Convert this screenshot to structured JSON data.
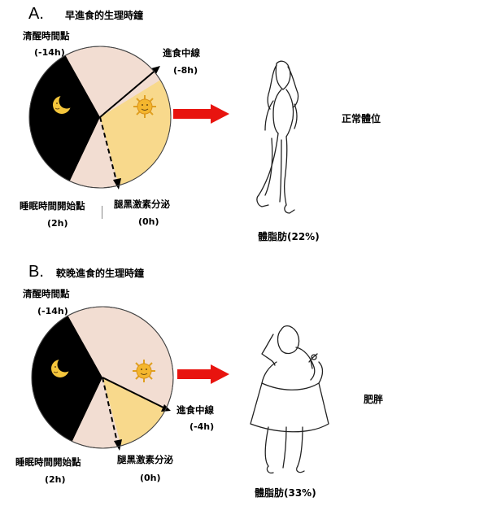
{
  "panel_a": {
    "letter": "A.",
    "title": "早進食的生理時鐘",
    "labels": {
      "wake": "清醒時間點",
      "wake_time": "(-14h)",
      "meal_mid": "進食中線",
      "meal_time": "(-8h)",
      "sleep": "睡眠時間開始點",
      "sleep_time": "(2h)",
      "melatonin": "腿黑激素分泌",
      "melatonin_time": "(0h)"
    },
    "body_fat": "體脂肪(22%)",
    "status": "正常體位"
  },
  "panel_b": {
    "letter": "B.",
    "title": "較晚進食的生理時鐘",
    "labels": {
      "wake": "清醒時間點",
      "wake_time": "(-14h)",
      "meal_mid": "進食中線",
      "meal_time": "(-4h)",
      "sleep": "睡眠時間開始點",
      "sleep_time": "(2h)",
      "melatonin": "腿黑激素分泌",
      "melatonin_time": "(0h)"
    },
    "body_fat": "體脂肪(33%)",
    "status": "肥胖"
  },
  "colors": {
    "night": "#000000",
    "peach": "#f2ddd2",
    "eating": "#f8d98c",
    "arrow": "#e8140f"
  },
  "icons": {
    "moon": "moon-icon",
    "sun": "sun-icon"
  }
}
